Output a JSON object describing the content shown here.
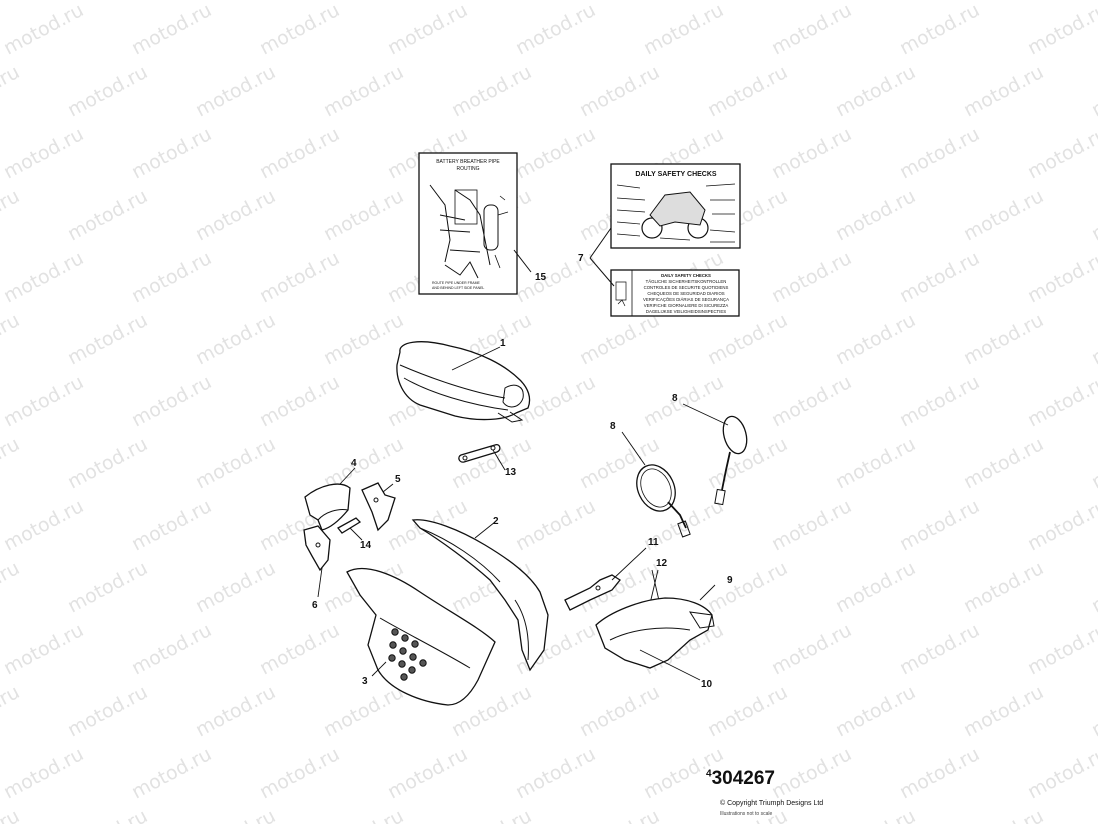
{
  "watermark": {
    "text": "motod.ru"
  },
  "labels": {
    "battery": {
      "title_line1": "BATTERY BREATHER PIPE",
      "title_line2": "ROUTING",
      "footer_line1": "ROUTE PIPE UNDER FRAME",
      "footer_line2": "AND BEHIND LEFT SIDE PANEL"
    },
    "safety_large": {
      "title": "DAILY SAFETY CHECKS"
    },
    "safety_small": {
      "lines": [
        "DAILY SAFETY CHECKS",
        "TÄGLICHE SICHERHEITSKONTROLLEN",
        "CONTROLES DE SECURITE QUOTIDIENS",
        "CHEQUEOS DE SEGURIDAD DIARIOS",
        "VERIFICAÇÕES DIÁRIAS DE SEGURANÇA",
        "VERIFICHE GIORNALIERE DI SICUREZZA",
        "DAGELIJKSE VEILIGHEIDSINSPECTIES"
      ]
    }
  },
  "callouts": {
    "c1": "1",
    "c2": "2",
    "c3": "3",
    "c4": "4",
    "c5": "5",
    "c6": "6",
    "c7": "7",
    "c8a": "8",
    "c8b": "8",
    "c9": "9",
    "c10": "10",
    "c11": "11",
    "c12": "12",
    "c13": "13",
    "c14": "14",
    "c15": "15"
  },
  "footer": {
    "prefix": "4",
    "drawing_number": "304267",
    "copyright": "© Copyright Triumph Designs Ltd",
    "copyright_sub": "Illustrations not to scale"
  }
}
